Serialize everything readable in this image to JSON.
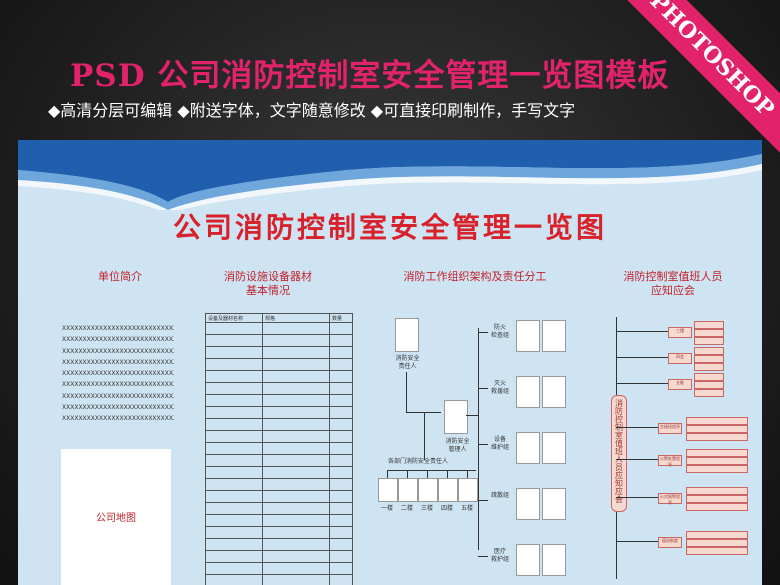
{
  "promo": {
    "title": "PSD 公司消防控制室安全管理一览图模板",
    "features": "◆高清分层可编辑 ◆附送字体，文字随意修改 ◆可直接印刷制作，手写文字",
    "ribbon": "PHOTOSHOP"
  },
  "colors": {
    "accent": "#e2236b",
    "board_title": "#d8212b",
    "board_bg": "#cfe4f2",
    "wave": "#2c6db5"
  },
  "board": {
    "title": "公司消防控制室安全管理一览图",
    "columns": [
      {
        "heading": "单位简介"
      },
      {
        "heading_line1": "消防设施设备器材",
        "heading_line2": "基本情况"
      },
      {
        "heading": "消防工作组织架构及责任分工"
      },
      {
        "heading_line1": "消防控制室值班人员",
        "heading_line2": "应知应会"
      }
    ],
    "intro_placeholder": "XXXXXXXXXXXXXXXXXXXXXXXXXXXXXX",
    "map_label": "公司地图",
    "equipment_table": {
      "headers": [
        "设备及器材名称",
        "规格",
        "数量"
      ]
    },
    "org": {
      "safety_officer": "消防安全\n责任人",
      "safety_manager": "消防安全\n管理人",
      "dept_heads": "各部门消防安全责任人",
      "floors": [
        "一楼",
        "二楼",
        "三楼",
        "四楼",
        "五楼"
      ],
      "teams": [
        "防火\n检查组",
        "灭火\n救援组",
        "设备\n维护组",
        "疏散组",
        "医疗\n救护组"
      ]
    },
    "duty": {
      "center": "消防控制室值班人员应知应会",
      "branches": [
        "三懂",
        "四会",
        "五能",
        "交接班程序",
        "火警处置程序",
        "火灾报警程序",
        "值班制度"
      ]
    }
  }
}
